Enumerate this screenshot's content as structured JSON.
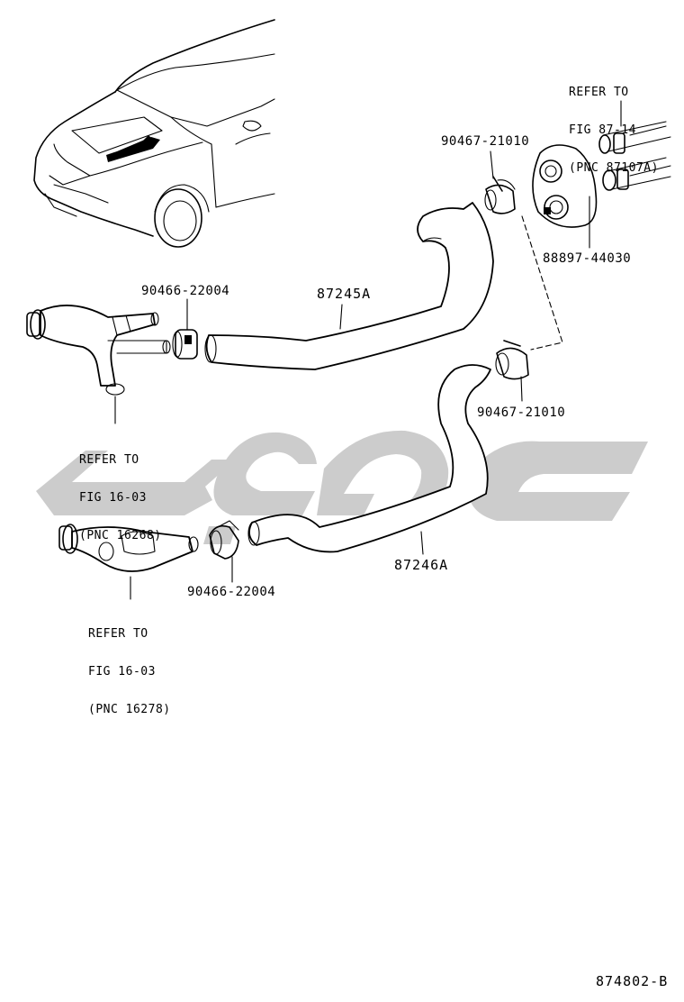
{
  "diagram": {
    "figure_number": "874802-B",
    "callouts": {
      "hose_upper": "87245A",
      "hose_lower": "87246A",
      "clamp_upper_right": "90467-21010",
      "clamp_lower_right": "90467-21010",
      "grommet": "88897-44030",
      "clamp_upper_left": "90466-22004",
      "clamp_lower_left": "90466-22004"
    },
    "references": {
      "top_right": {
        "line1": "REFER TO",
        "line2": "FIG 87-14",
        "line3": "(PNC 87107A)"
      },
      "left_upper": {
        "line1": "REFER TO",
        "line2": "FIG 16-03",
        "line3": "(PNC 16268)"
      },
      "left_lower": {
        "line1": "REFER TO",
        "line2": "FIG 16-03",
        "line3": "(PNC 16278)"
      }
    },
    "icons": [
      "car-overview-icon",
      "hose-icon",
      "hose-clamp-icon",
      "grommet-icon",
      "pipe-fitting-icon",
      "watermark-logo"
    ],
    "colors": {
      "line": "#000000",
      "watermark": "#cccccc",
      "background": "#ffffff"
    }
  }
}
